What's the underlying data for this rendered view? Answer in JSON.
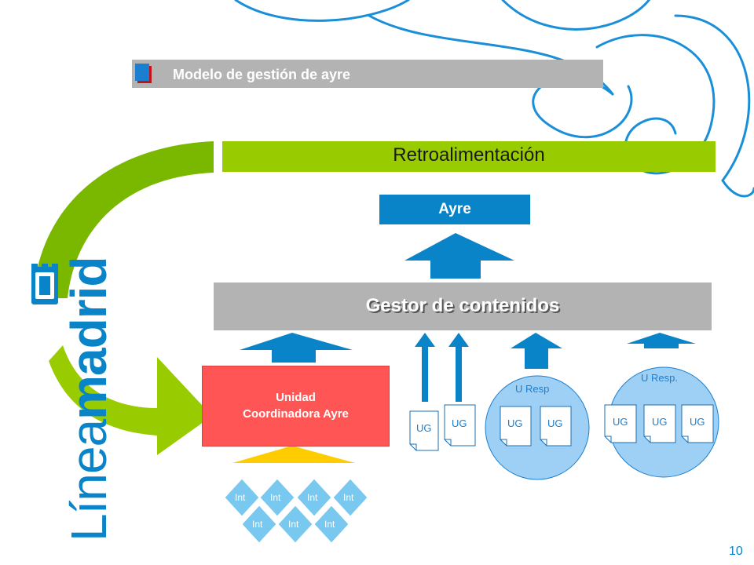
{
  "header": {
    "title": "Modelo de gestión de ayre"
  },
  "feedback": {
    "label": "Retroalimentación"
  },
  "top_node": {
    "label": "Ayre"
  },
  "content_manager": {
    "label": "Gestor de contenidos"
  },
  "coordinator": {
    "line1": "Unidad",
    "line2": "Coordinadora Ayre"
  },
  "responsible_units": [
    {
      "label": "U Resp",
      "docs": [
        "UG",
        "UG"
      ]
    },
    {
      "label": "U Resp.",
      "docs": [
        "UG",
        "UG",
        "UG"
      ]
    }
  ],
  "standalone_docs": [
    "UG",
    "UG"
  ],
  "inputs": [
    "Int",
    "Int",
    "Int",
    "Int",
    "Int",
    "Int",
    "Int"
  ],
  "logo": {
    "light": "Línea",
    "bold": "madrid"
  },
  "page_number": "10",
  "colors": {
    "blue": "#0a84c8",
    "green": "#99cc00",
    "red": "#ff5555",
    "gray": "#b3b3b3",
    "light_blue": "#9ed0f5",
    "yellow": "#ffcc00",
    "diamond": "#78c8f0"
  }
}
